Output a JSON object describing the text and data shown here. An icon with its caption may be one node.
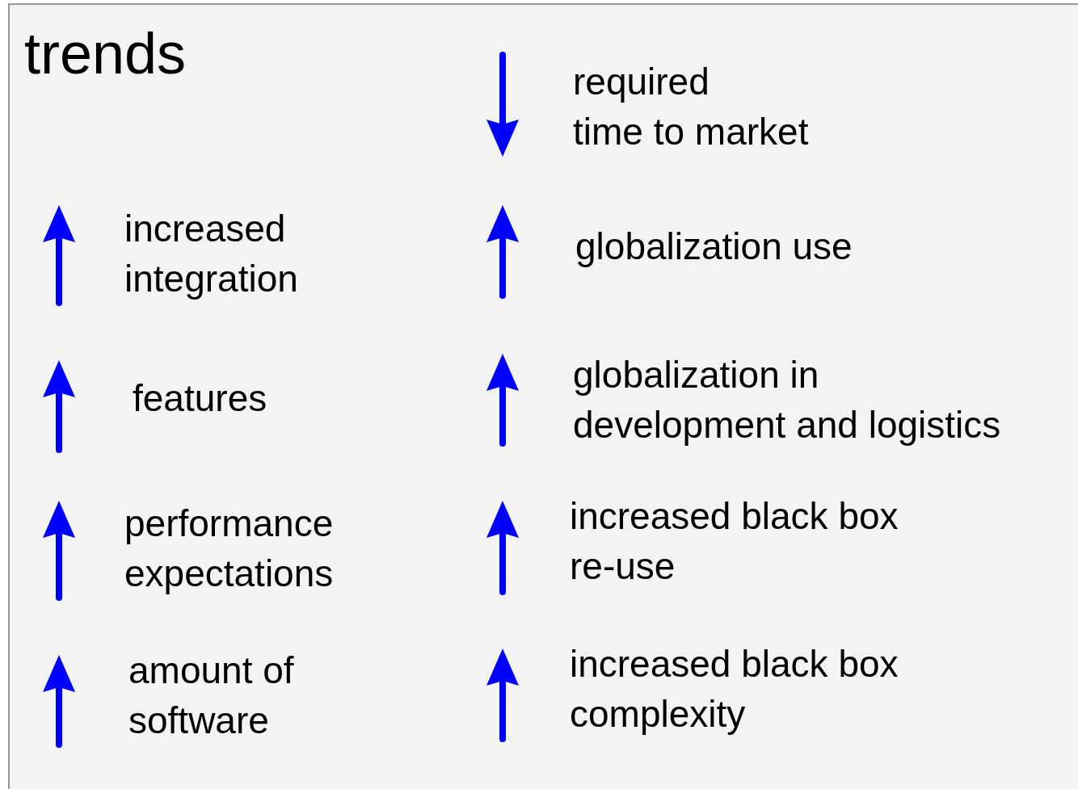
{
  "diagram": {
    "title": "trends",
    "labels": [
      "required time to market",
      "increased integration",
      "globalization use",
      "features",
      "globalization in development and logistics",
      "performance expectations",
      "increased black box re-use",
      "amount of software",
      "increased black box complexity"
    ]
  }
}
